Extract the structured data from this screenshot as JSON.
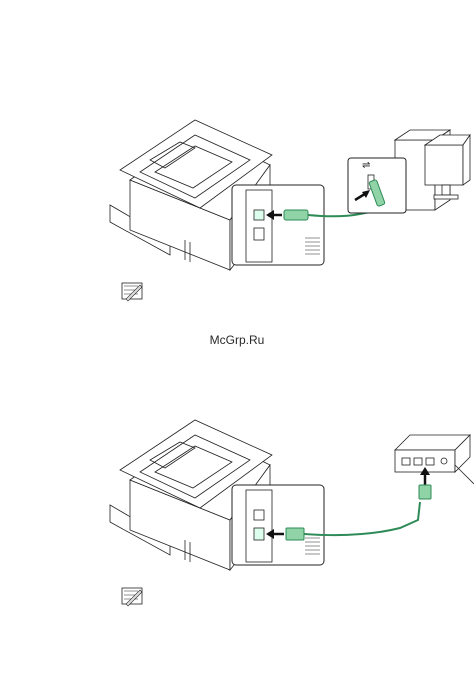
{
  "watermark": "McGrp.Ru",
  "colors": {
    "line": "#222222",
    "cable": "#2e8b57",
    "cable_fill": "#8fd3a6",
    "arrow": "#111111"
  },
  "icons": [
    "printer",
    "usb-cable",
    "computer",
    "network-hub",
    "ethernet-cable",
    "note-icon"
  ]
}
